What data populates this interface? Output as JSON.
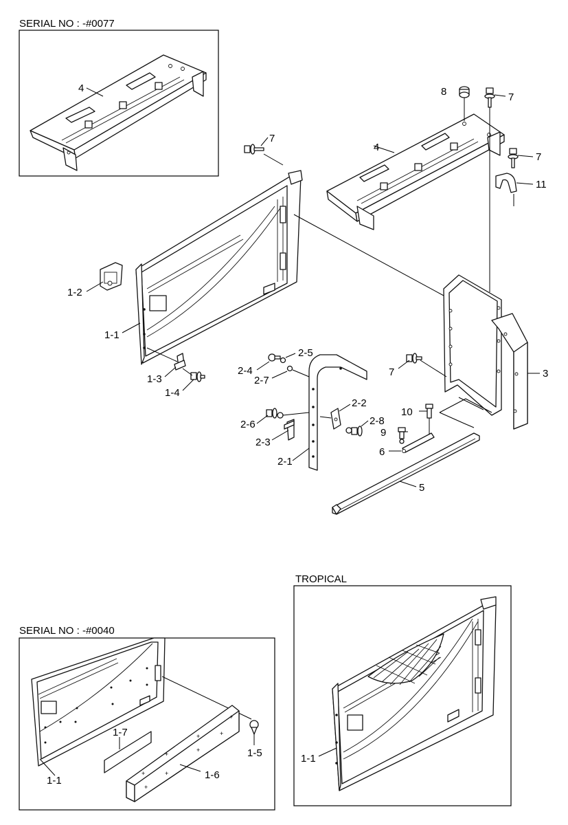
{
  "insets": {
    "top_left_title": "SERIAL NO : -#0077",
    "bottom_left_title": "SERIAL NO : -#0040",
    "bottom_right_title": "TROPICAL"
  },
  "callouts": {
    "inset_top_4": "4",
    "p4": "4",
    "p7a": "7",
    "p8": "8",
    "p7b": "7",
    "p7c": "7",
    "p11": "11",
    "p1_2": "1-2",
    "p1_1": "1-1",
    "p1_3": "1-3",
    "p1_4": "1-4",
    "p2_4": "2-4",
    "p2_5": "2-5",
    "p2_7": "2-7",
    "p2_6": "2-6",
    "p2_3": "2-3",
    "p2_1": "2-1",
    "p2_2": "2-2",
    "p2_8": "2-8",
    "p3": "3",
    "p7d": "7",
    "p10": "10",
    "p9": "9",
    "p6": "6",
    "p5": "5",
    "inset_bl_1_7": "1-7",
    "inset_bl_1_5": "1-5",
    "inset_bl_1_1": "1-1",
    "inset_bl_1_6": "1-6",
    "inset_br_1_1": "1-1"
  }
}
